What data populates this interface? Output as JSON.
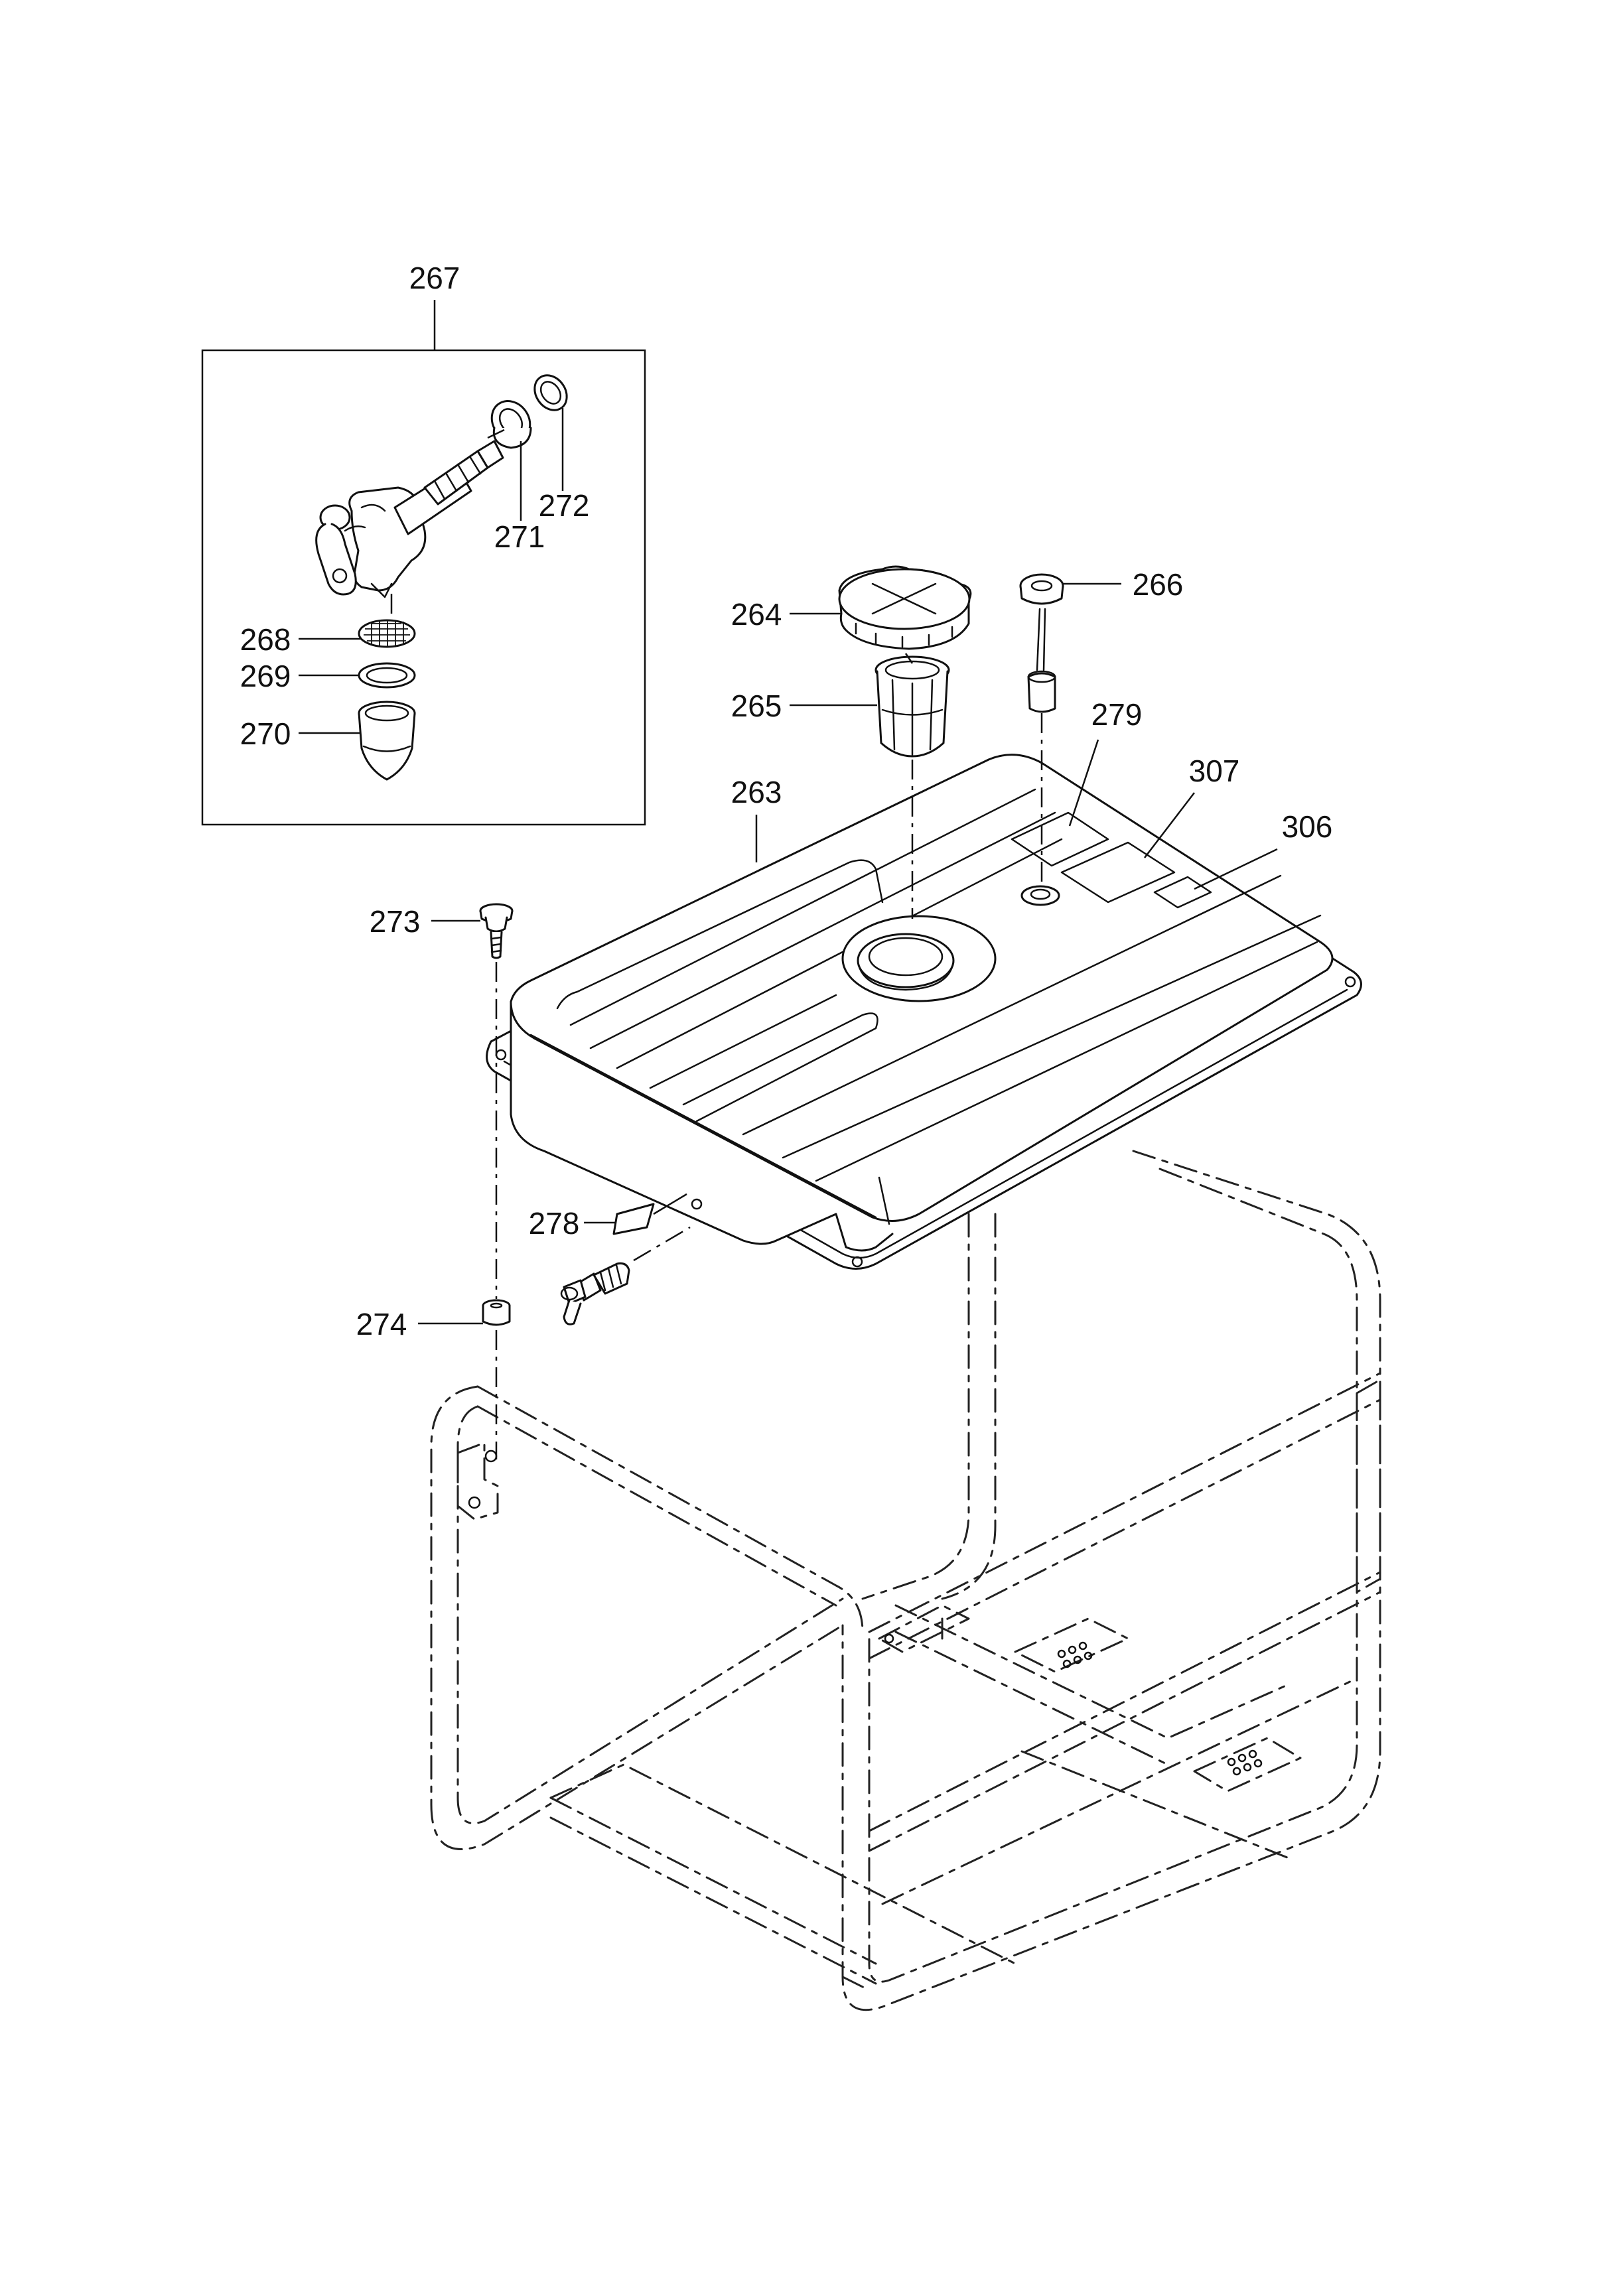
{
  "diagram": {
    "callouts": {
      "c267": "267",
      "c272": "272",
      "c271": "271",
      "c268": "268",
      "c269": "269",
      "c270": "270",
      "c264": "264",
      "c266": "266",
      "c265": "265",
      "c279": "279",
      "c263": "263",
      "c307": "307",
      "c306": "306",
      "c273": "273",
      "c278": "278",
      "c274": "274"
    }
  }
}
